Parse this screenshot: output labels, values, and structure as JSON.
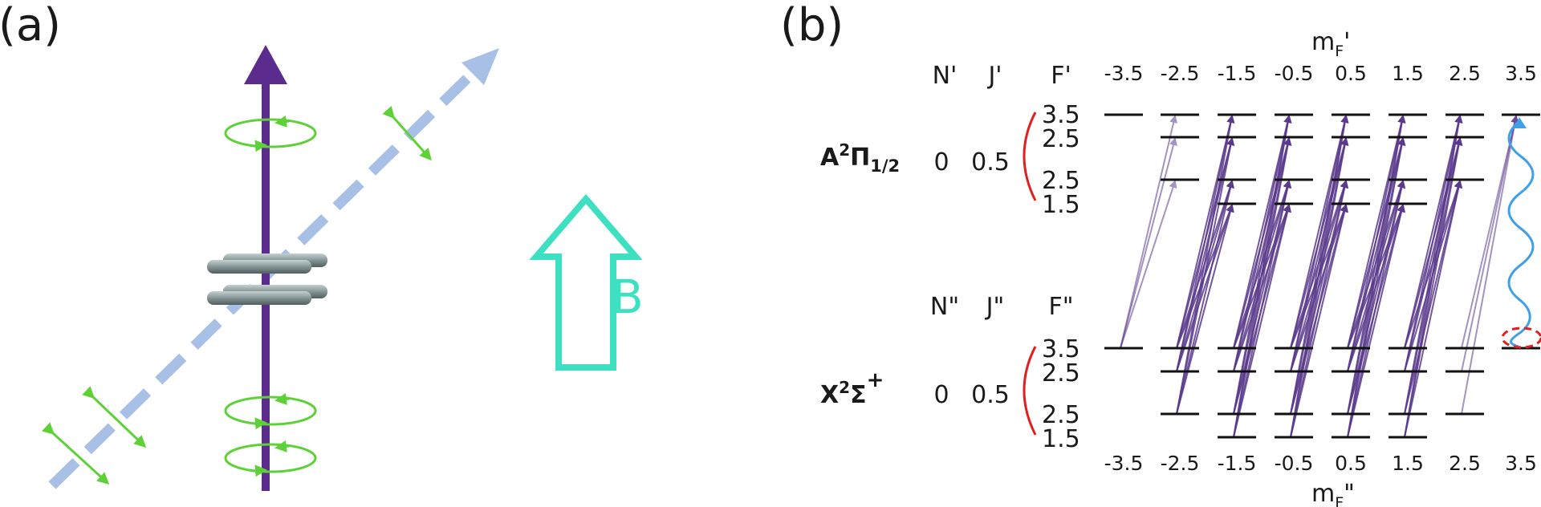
{
  "panel_a": {
    "label": "(a)",
    "field_label": "B",
    "colors": {
      "vertical_beam": "#5b2c8e",
      "diagonal_beam": "#a8bfe6",
      "polarization": "#5fd138",
      "field_arrow": "#3ee0c2",
      "electrodes": "#7f8f8f"
    }
  },
  "panel_b": {
    "label": "(b)",
    "mf_upper_label": "m",
    "mf_upper_sub": "F",
    "mf_upper_prime": "'",
    "mf_lower_label": "m",
    "mf_lower_sub": "F",
    "mf_lower_prime": "\"",
    "mf_values": [
      "-3.5",
      "-2.5",
      "-1.5",
      "-0.5",
      "0.5",
      "1.5",
      "2.5",
      "3.5"
    ],
    "upper": {
      "state_main": "A",
      "state_sup": "2",
      "state_pi": "Π",
      "state_sub": "1/2",
      "headers": [
        "N'",
        "J'",
        "F'"
      ],
      "N": "0",
      "J": "0.5",
      "F": [
        "3.5",
        "2.5",
        "2.5",
        "1.5"
      ]
    },
    "lower": {
      "state_main": "X",
      "state_sup": "2",
      "state_sigma": "Σ",
      "state_sup2": "+",
      "headers": [
        "N\"",
        "J\"",
        "F\""
      ],
      "N": "0",
      "J": "0.5",
      "F": [
        "3.5",
        "2.5",
        "2.5",
        "1.5"
      ]
    },
    "colors": {
      "levels": "#111111",
      "transitions": "#5b3a8c",
      "emission": "#3fa0e8",
      "highlight": "#e02020",
      "bracket": "#e02020"
    }
  }
}
